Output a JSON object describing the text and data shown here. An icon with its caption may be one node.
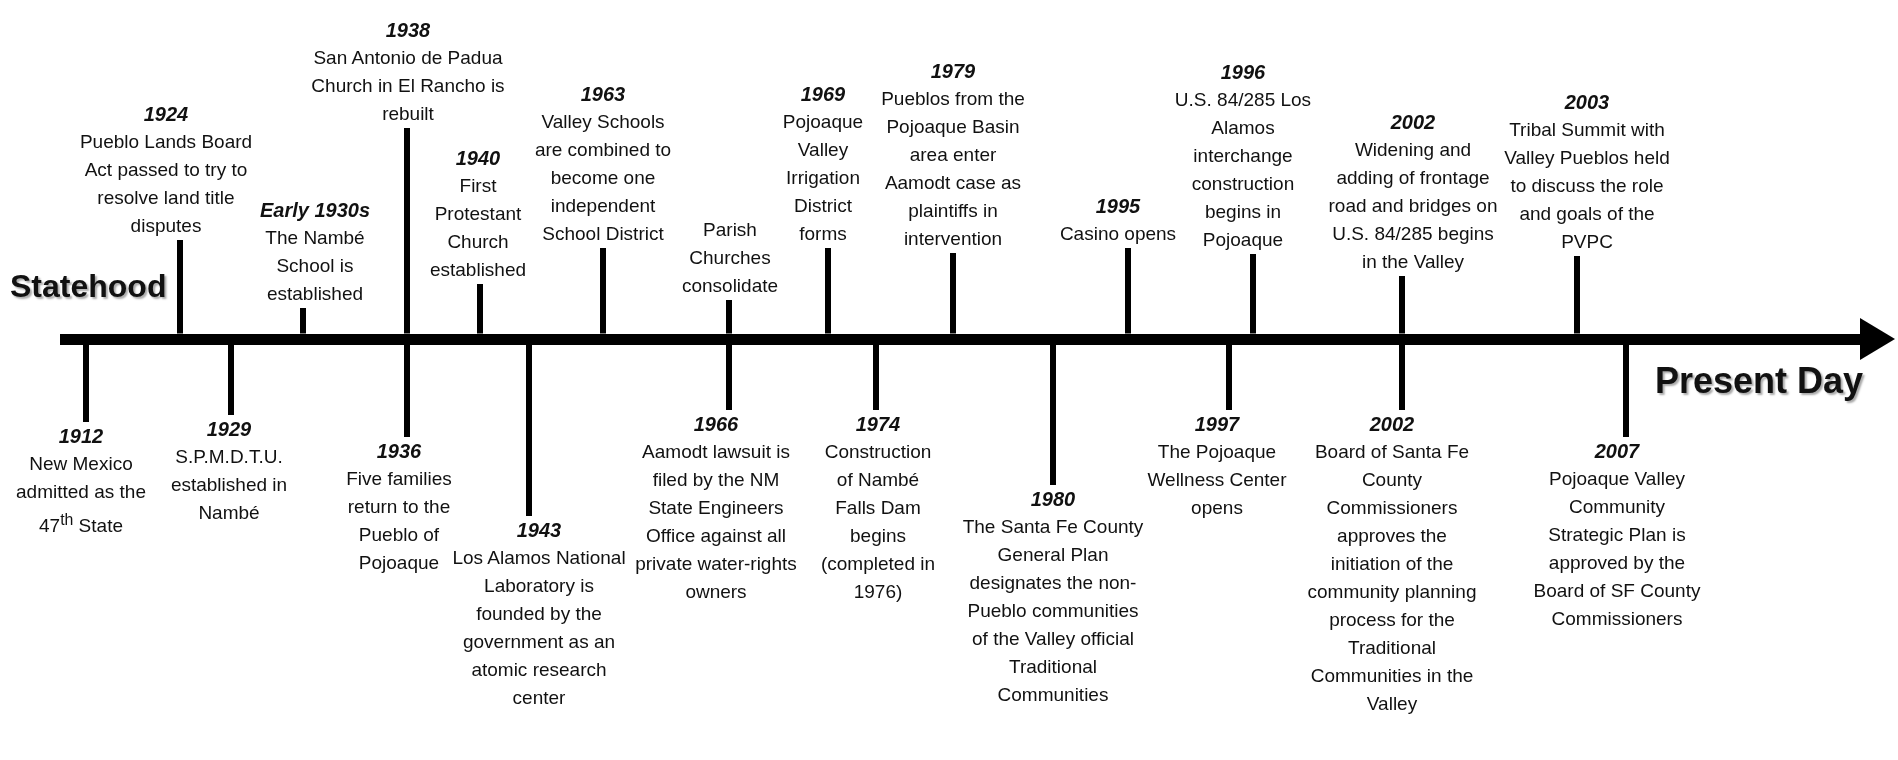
{
  "diagram": {
    "nodes": [
      {
        "text": [
          "1912",
          "New Mexico admitted as the 47$^{th}$ State"
        ]
      },
      {
        "text": [
          "1924",
          "Pueblo Lands Board Act passed to try to resolve land title disputes"
        ]
      },
      {
        "text": [
          "1929",
          "S.P.M.D.T.U. established in Nambé"
        ]
      },
      {
        "text": [
          "Early 1930s",
          "The Nambé School is established"
        ]
      },
      {
        "text": [
          "1936",
          "Five families return to the Pueblo of Pojoaque"
        ]
      },
      {
        "text": [
          "1938",
          "San Antonio de Padua Church in El Rancho is rebuilt"
        ]
      },
      {
        "text": [
          "1940",
          "First Protestant Church established"
        ]
      },
      {
        "text": [
          "1943",
          "Los Alamos National Laboratory is founded by the government as an atomic research center"
        ]
      },
      {
        "text": [
          "1963",
          "Valley Schools are combined to become one independent School District"
        ]
      },
      {
        "text": [
          "Parish Churches consolidate"
        ]
      },
      {
        "text": [
          "1966",
          "Aamodt lawsuit is filed by the NM State Engineers Office against all private water-rights owners"
        ]
      },
      {
        "text": [
          "1969",
          "Pojoaque Valley Irrigation District forms"
        ]
      },
      {
        "text": [
          "1974",
          "Construction of Nambé Falls Dam begins (completed in 1976)"
        ]
      },
      {
        "text": [
          "1979",
          "Pueblos from the Pojoaque Basin area enter Aamodt case as plaintiffs in intervention"
        ]
      },
      {
        "text": [
          "1980",
          "The Santa Fe County General Plan designates the non-Pueblo communities of the Valley official Traditional Communities"
        ]
      },
      {
        "text": [
          "1995",
          "Casino opens"
        ]
      },
      {
        "text": [
          "1996",
          "U.S. 84/285 Los Alamos interchange construction begins in Pojoaque"
        ]
      },
      {
        "text": [
          "1997",
          "The Pojoaque Wellness Center opens"
        ]
      },
      {
        "text": [
          "2002",
          "Widening and adding of frontage road and bridges on U.S. 84/285 begins in the Valley"
        ]
      },
      {
        "text": [
          "2002",
          "Board of Santa Fe County Commissioners approves the initiation of the community planning process for the Traditional Communities in the Valley"
        ]
      },
      {
        "text": [
          "2003",
          "Tribal Summit with Valley Pueblos held to discuss the role and goals of the PVPC"
        ]
      },
      {
        "text": [
          "2007",
          "Pojoaque Valley Community Strategic Plan is approved by the Board of SF County Commissioners"
        ]
      },
      {
        "text": [],
        "shape": "bar"
      }
    ],
    "edges": [
      {
        "from": 0,
        "to": 22,
        "arrow": "none"
      },
      {
        "from": 1,
        "to": 22,
        "arrow": "none"
      },
      {
        "from": 2,
        "to": 22,
        "arrow": "none"
      },
      {
        "from": 3,
        "to": 22,
        "arrow": "none"
      },
      {
        "from": 4,
        "to": 22,
        "arrow": "none"
      },
      {
        "from": 5,
        "to": 22,
        "arrow": "none"
      },
      {
        "from": 6,
        "to": 22,
        "arrow": "none"
      },
      {
        "from": 7,
        "to": 22,
        "arrow": "none"
      },
      {
        "from": 8,
        "to": 22,
        "arrow": "none"
      },
      {
        "from": 9,
        "to": 22,
        "arrow": "none"
      },
      {
        "from": 10,
        "to": 22,
        "arrow": "none"
      },
      {
        "from": 11,
        "to": 22,
        "arrow": "none"
      },
      {
        "from": 12,
        "to": 22,
        "arrow": "none"
      },
      {
        "from": 13,
        "to": 22,
        "arrow": "none"
      },
      {
        "from": 14,
        "to": 22,
        "arrow": "none"
      },
      {
        "from": 15,
        "to": 22,
        "arrow": "none"
      },
      {
        "from": 16,
        "to": 22,
        "arrow": "none"
      },
      {
        "from": 17,
        "to": 22,
        "arrow": "none"
      },
      {
        "from": 18,
        "to": 22,
        "arrow": "none"
      },
      {
        "from": 19,
        "to": 22,
        "arrow": "none"
      },
      {
        "from": 20,
        "to": 22,
        "arrow": "none"
      },
      {
        "from": 21,
        "to": 22,
        "arrow": "none"
      }
    ],
    "labels": [
      "Statehood",
      "Present Day"
    ]
  }
}
